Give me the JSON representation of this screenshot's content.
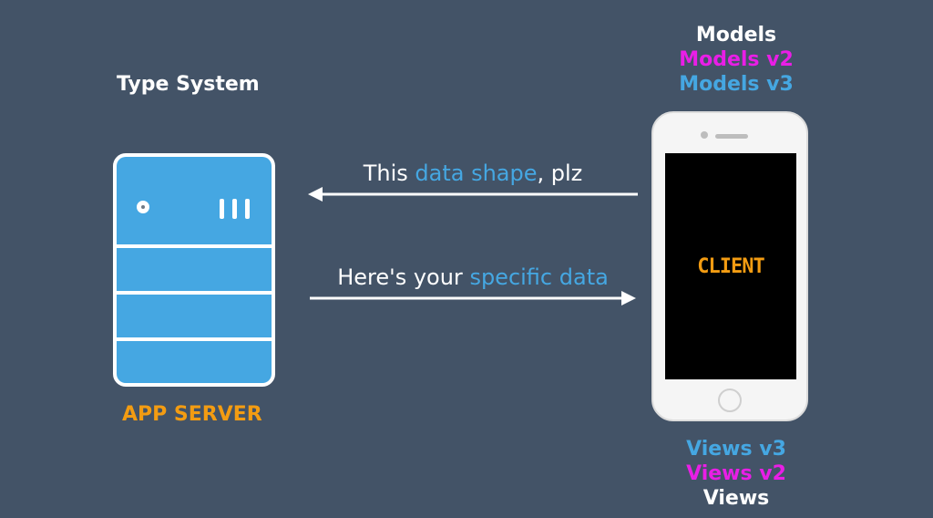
{
  "server": {
    "heading": "Type System",
    "label": "APP SERVER"
  },
  "request": {
    "before": "This ",
    "highlight": "data shape",
    "after": ", plz"
  },
  "response": {
    "before": "Here's your ",
    "highlight": "specific data",
    "after": ""
  },
  "client": {
    "label": "CLIENT",
    "models": [
      "Models",
      "Models v2",
      "Models v3"
    ],
    "views": [
      "Views v3",
      "Views v2",
      "Views"
    ]
  },
  "colors": {
    "background": "#435367",
    "server_blue": "#45a7e2",
    "highlight_blue": "#45a7e2",
    "orange": "#f39c12",
    "magenta": "#e91ee6",
    "white": "#ffffff"
  }
}
